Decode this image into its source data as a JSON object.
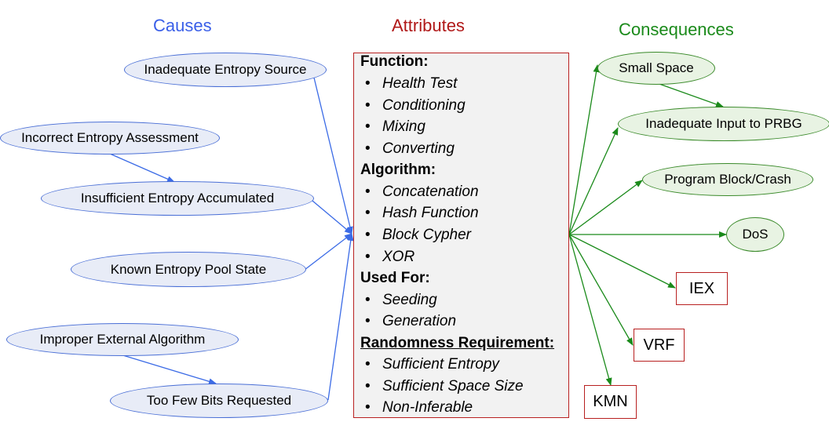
{
  "headers": {
    "causes": "Causes",
    "attributes": "Attributes",
    "consequences": "Consequences"
  },
  "colors": {
    "causes": "#3a5fe8",
    "attributes": "#b01818",
    "consequences": "#1a8a1a",
    "cause_arrow": "#3b6be6",
    "consequence_arrow": "#1a8a1a"
  },
  "causes": [
    "Inadequate Entropy Source",
    "Incorrect Entropy Assessment",
    "Insufficient Entropy Accumulated",
    "Known Entropy Pool  State",
    "Improper External Algorithm",
    "Too Few Bits Requested"
  ],
  "attributes": {
    "function": {
      "title": "Function:",
      "items": [
        "Health Test",
        "Conditioning",
        "Mixing",
        "Converting"
      ]
    },
    "algorithm": {
      "title": "Algorithm:",
      "items": [
        "Concatenation",
        "Hash Function",
        "Block Cypher",
        "XOR"
      ]
    },
    "used_for": {
      "title": "Used For:",
      "items": [
        "Seeding",
        "Generation"
      ]
    },
    "randomness": {
      "title": "Randomness Requirement:",
      "items": [
        "Sufficient Entropy",
        "Sufficient Space Size",
        "Non-Inferable"
      ]
    }
  },
  "consequences": [
    "Small Space",
    "Inadequate Input to PRBG",
    "Program Block/Crash",
    "DoS"
  ],
  "consequence_codes": [
    "IEX",
    "VRF",
    "KMN"
  ]
}
